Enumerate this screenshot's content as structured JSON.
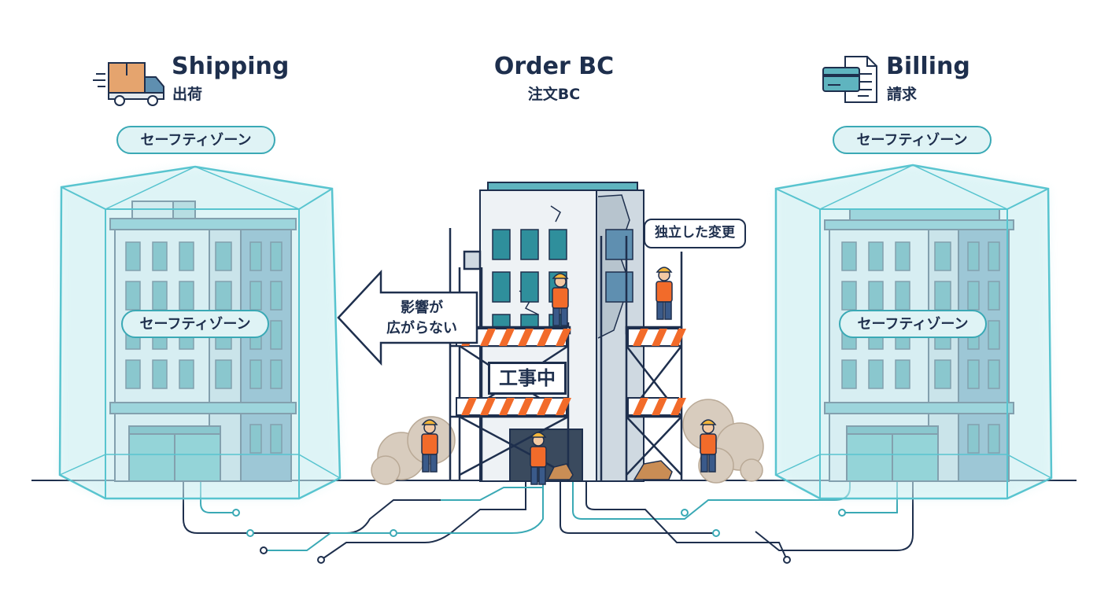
{
  "contexts": {
    "shipping": {
      "title": "Shipping",
      "subtitle": "出荷",
      "zone_top": "セーフティゾーン",
      "zone_inner": "セーフティゾーン"
    },
    "order": {
      "title": "Order BC",
      "subtitle": "注文BC",
      "change_note": "独立した変更",
      "construction_sign": "工事中"
    },
    "billing": {
      "title": "Billing",
      "subtitle": "請求",
      "zone_top": "セーフティゾーン",
      "zone_inner": "セーフティゾーン"
    }
  },
  "impact_arrow": {
    "line1": "影響が",
    "line2": "広がらない"
  },
  "colors": {
    "navy": "#1e2f4d",
    "teal": "#3aa9b5",
    "glass": "#dff3f5",
    "window": "#2f8f9c",
    "orange": "#f26b2a",
    "dust": "#d8ccbe"
  },
  "icons": {
    "shipping": "delivery-truck-icon",
    "billing": "invoice-card-icon"
  }
}
